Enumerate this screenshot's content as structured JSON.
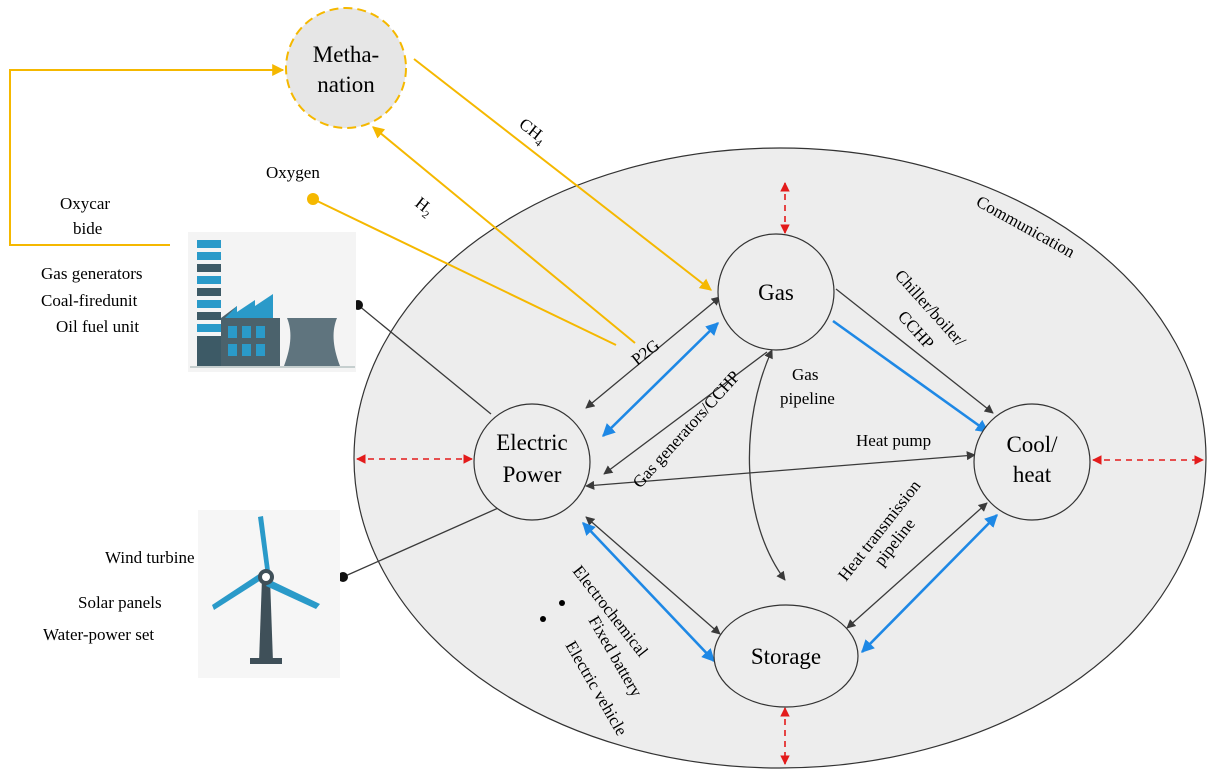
{
  "nodes": {
    "methanation": [
      "Metha-",
      "nation"
    ],
    "gas": "Gas",
    "electric_power": [
      "Electric",
      "Power"
    ],
    "cool_heat": [
      "Cool/",
      "heat"
    ],
    "storage": "Storage"
  },
  "labels": {
    "ch4": "CH",
    "ch4_sub": "4",
    "h2": "H",
    "h2_sub": "2",
    "oxygen": "Oxygen",
    "oxycarbide": [
      "Oxycar",
      "bide"
    ],
    "communication": "Communication",
    "chiller": [
      "Chiller/boiler/",
      "CCHP"
    ],
    "p2g": "P2G",
    "gas_generators_cchp": "Gas generators/CCHP",
    "gas_pipeline": [
      "Gas",
      "pipeline"
    ],
    "heat_pump": "Heat pump",
    "heat_transmission": [
      "Heat transmission",
      "pipeline"
    ],
    "electrochemical": "Electrochemical",
    "fixed_battery": "Fixed battery",
    "electric_vehicle": "Electric vehicle",
    "plants": [
      "Gas generators",
      "Coal-firedunit",
      "Oil fuel unit"
    ],
    "renewables": [
      "Wind turbine",
      "Solar panels",
      "Water-power set"
    ]
  },
  "colors": {
    "yellow": "#F5B800",
    "blue": "#1E88E5",
    "red": "#E31B1B",
    "dark": "#3A3A3A",
    "fill": "#EDEDED"
  }
}
